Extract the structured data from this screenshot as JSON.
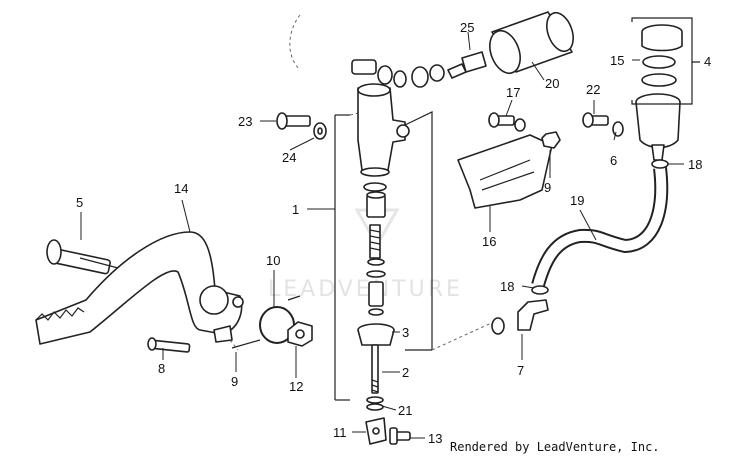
{
  "watermark": "LEADVENTURE",
  "credit": "Rendered by LeadVenture, Inc.",
  "callouts": [
    {
      "id": "c1",
      "text": "1"
    },
    {
      "id": "c2",
      "text": "2"
    },
    {
      "id": "c3",
      "text": "3"
    },
    {
      "id": "c4",
      "text": "4"
    },
    {
      "id": "c5",
      "text": "5"
    },
    {
      "id": "c6",
      "text": "6"
    },
    {
      "id": "c7",
      "text": "7"
    },
    {
      "id": "c8",
      "text": "8"
    },
    {
      "id": "c9a",
      "text": "9"
    },
    {
      "id": "c9b",
      "text": "9"
    },
    {
      "id": "c10",
      "text": "10"
    },
    {
      "id": "c11",
      "text": "11"
    },
    {
      "id": "c12",
      "text": "12"
    },
    {
      "id": "c13",
      "text": "13"
    },
    {
      "id": "c14",
      "text": "14"
    },
    {
      "id": "c15",
      "text": "15"
    },
    {
      "id": "c16",
      "text": "16"
    },
    {
      "id": "c17",
      "text": "17"
    },
    {
      "id": "c18a",
      "text": "18"
    },
    {
      "id": "c18b",
      "text": "18"
    },
    {
      "id": "c19",
      "text": "19"
    },
    {
      "id": "c20",
      "text": "20"
    },
    {
      "id": "c21",
      "text": "21"
    },
    {
      "id": "c22",
      "text": "22"
    },
    {
      "id": "c23",
      "text": "23"
    },
    {
      "id": "c24",
      "text": "24"
    },
    {
      "id": "c25",
      "text": "25"
    }
  ]
}
